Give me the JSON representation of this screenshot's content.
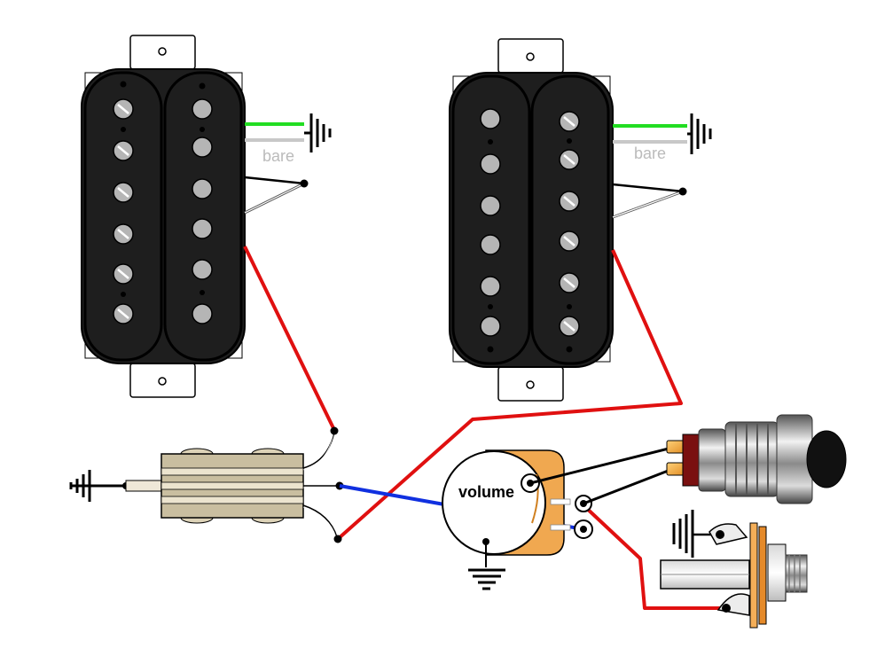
{
  "labels": {
    "bare_left": "bare",
    "bare_right": "bare",
    "volume": "volume"
  },
  "colors": {
    "pickup_body": "#1e1e1e",
    "pole": "#b5b5b5",
    "hot_wire": "#e01010",
    "blue_wire": "#1030e0",
    "green_wire": "#22dd22",
    "bare_wire": "#c8c8c8",
    "pot_case": "#f0a850",
    "ground": "#000000"
  },
  "icons": [
    "pickup-neck-icon",
    "pickup-bridge-icon",
    "ground-symbol-icon",
    "capacitor-switch-icon",
    "volume-pot-icon",
    "push-button-switch-icon",
    "output-jack-icon"
  ]
}
